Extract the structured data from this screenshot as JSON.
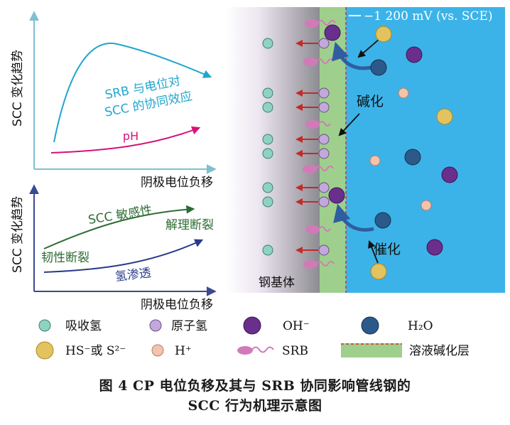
{
  "top_chart": {
    "ylabel": "SCC 变化趋势",
    "xlabel": "阴极电位负移",
    "curve_main_line1": "SRB 与电位对",
    "curve_main_line2": "SCC 的协同效应",
    "curve_ph": "pH"
  },
  "bottom_chart": {
    "ylabel": "SCC 变化趋势",
    "xlabel": "阴极电位负移",
    "line_sensitivity": "SCC 敏感性",
    "line_cleavage": "解理断裂",
    "line_ductile": "韧性断裂",
    "line_hydrogen": "氢渗透"
  },
  "schematic": {
    "potential_label": "−1 200 mV (vs. SCE)",
    "alkalization": "碱化",
    "catalysis": "催化",
    "steel_substrate": "钢基体"
  },
  "legend": {
    "absorbed_h": "吸收氢",
    "atomic_h": "原子氢",
    "oh": "OH⁻",
    "h2o": "H₂O",
    "hs_s2": "HS⁻或 S²⁻",
    "h_plus": "H⁺",
    "srb": "SRB",
    "alkaline_layer": "溶液碱化层"
  },
  "caption": {
    "line1": "图 4    CP 电位负移及其与 SRB 协同影响管线钢的",
    "line2": "SCC 行为机理示意图"
  },
  "colors": {
    "absorbed_h": "#8ed3c0",
    "atomic_h": "#c3a8dc",
    "oh": "#6a2e8c",
    "h2o": "#2b5a8a",
    "hs_s2": "#e2c35e",
    "h_plus": "#f4c3ab",
    "srb": "#d27ab8",
    "alkaline_layer": "#9ecf8c",
    "solution": "#3cb3e8",
    "arrow_red": "#c42a2a",
    "arrow_curve": "#2f5ea0",
    "chart_cyan": "#20a6cc",
    "chart_magenta": "#d6127a",
    "chart_green": "#2e6b34",
    "chart_navy": "#2a3a8a"
  }
}
